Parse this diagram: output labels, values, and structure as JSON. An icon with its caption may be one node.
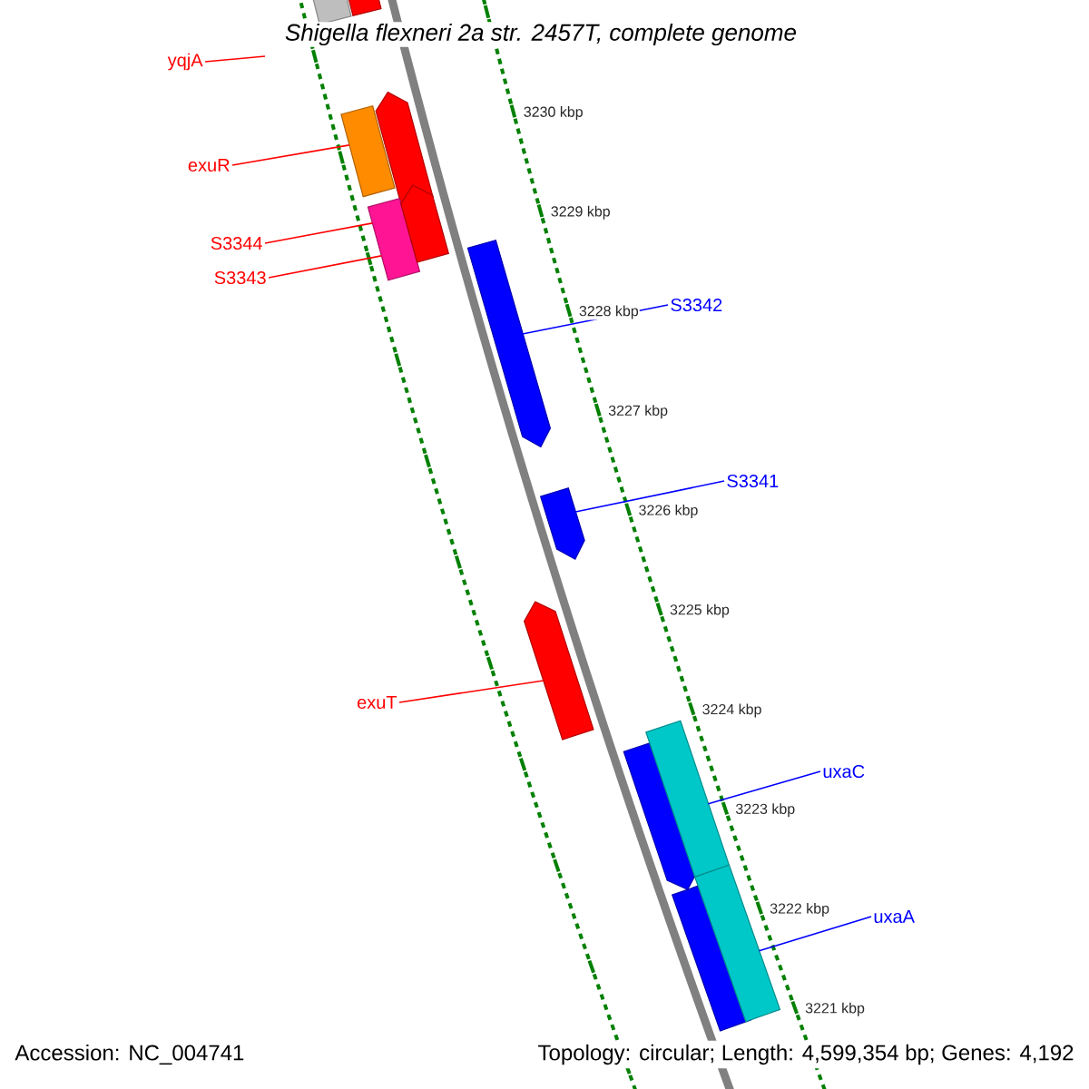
{
  "diagram": {
    "title": "Shigella flexneri 2a str. 2457T, complete genome",
    "nodes": [
      {
        "text": [
          "yqjA"
        ]
      },
      {
        "text": [
          "exuR"
        ]
      },
      {
        "text": [
          "S3344"
        ]
      },
      {
        "text": [
          "S3343"
        ]
      },
      {
        "text": [
          "S3342"
        ]
      },
      {
        "text": [
          "S3341"
        ]
      },
      {
        "text": [
          "exuT"
        ]
      },
      {
        "text": [
          "uxaC"
        ]
      },
      {
        "text": [
          "uxaA"
        ]
      },
      {
        "text": [],
        "shape": "bar"
      },
      {
        "text": [],
        "shape": "bar"
      },
      {
        "text": [],
        "shape": "bar"
      },
      {
        "text": [],
        "shape": "arrow"
      },
      {
        "text": [],
        "shape": "bar"
      },
      {
        "text": [],
        "shape": "arrow"
      },
      {
        "text": [],
        "shape": "arrow"
      },
      {
        "text": [],
        "shape": "arrow"
      },
      {
        "text": [],
        "shape": "arrow"
      },
      {
        "text": [],
        "shape": "arrow"
      },
      {
        "text": [],
        "shape": "bar"
      },
      {
        "text": [],
        "shape": "bar"
      },
      {
        "text": [],
        "shape": "bar"
      }
    ],
    "edges": [
      {
        "from": 0,
        "to": null,
        "arrow": "none"
      },
      {
        "from": 1,
        "to": 11,
        "arrow": "none"
      },
      {
        "from": 2,
        "to": 13,
        "arrow": "none"
      },
      {
        "from": 3,
        "to": 13,
        "arrow": "none"
      },
      {
        "from": 4,
        "to": 15,
        "arrow": "none",
        "color": "#0000ff"
      },
      {
        "from": 5,
        "to": 16,
        "arrow": "none",
        "color": "#0000ff"
      },
      {
        "from": 6,
        "to": 17,
        "arrow": "none"
      },
      {
        "from": 7,
        "to": 19,
        "arrow": "none",
        "color": "#0000ff"
      },
      {
        "from": 8,
        "to": 21,
        "arrow": "none",
        "color": "#0000ff"
      }
    ],
    "labels": [
      "3230 kbp",
      "3229 kbp",
      "3228 kbp",
      "3227 kbp",
      "3226 kbp",
      "3225 kbp",
      "3224 kbp",
      "3223 kbp",
      "3222 kbp",
      "3221 kbp",
      "Accession: NC_004741",
      "Topology: circular; Length: 4,599,354 bp; Genes: 4,192"
    ]
  }
}
